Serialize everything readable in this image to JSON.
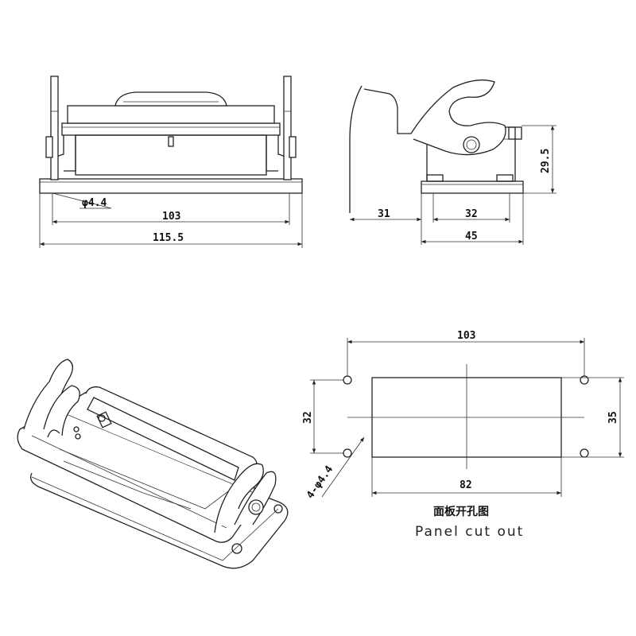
{
  "front_view": {
    "hole_label": "φ4.4",
    "inner_width": "103",
    "outer_width": "115.5"
  },
  "side_view": {
    "offset": "31",
    "base_inner": "32",
    "base_outer": "45",
    "height": "29.5"
  },
  "cutout": {
    "hole_spacing_x": "103",
    "hole_spacing_y": "32",
    "cut_height": "35",
    "cut_width": "82",
    "holes_label": "4-φ4.4",
    "caption_cn": "面板开孔图",
    "caption_en": "Panel cut out"
  }
}
